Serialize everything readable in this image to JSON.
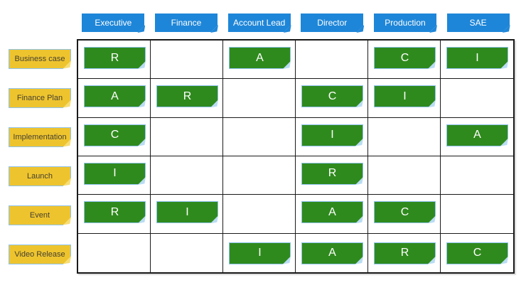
{
  "columns": [
    "Executive",
    "Finance",
    "Account Lead",
    "Director",
    "Production",
    "SAE"
  ],
  "rows": [
    {
      "label": "Business case",
      "cells": [
        "R",
        "",
        "A",
        "",
        "C",
        "I"
      ]
    },
    {
      "label": "Finance Plan",
      "cells": [
        "A",
        "R",
        "",
        "C",
        "I",
        ""
      ]
    },
    {
      "label": "Implementation",
      "cells": [
        "C",
        "",
        "",
        "I",
        "",
        "A"
      ]
    },
    {
      "label": "Launch",
      "cells": [
        "I",
        "",
        "",
        "R",
        "",
        ""
      ]
    },
    {
      "label": "Event",
      "cells": [
        "R",
        "I",
        "",
        "A",
        "C",
        ""
      ]
    },
    {
      "label": "Video Release",
      "cells": [
        "",
        "",
        "I",
        "A",
        "R",
        "C"
      ]
    }
  ],
  "colors": {
    "header_blue": "#1e86d8",
    "note_green": "#2f8a1d",
    "sticky_yellow": "#eec42e",
    "shape_border_blue": "#8fc3ee",
    "grid_line": "#1a1a1a"
  }
}
